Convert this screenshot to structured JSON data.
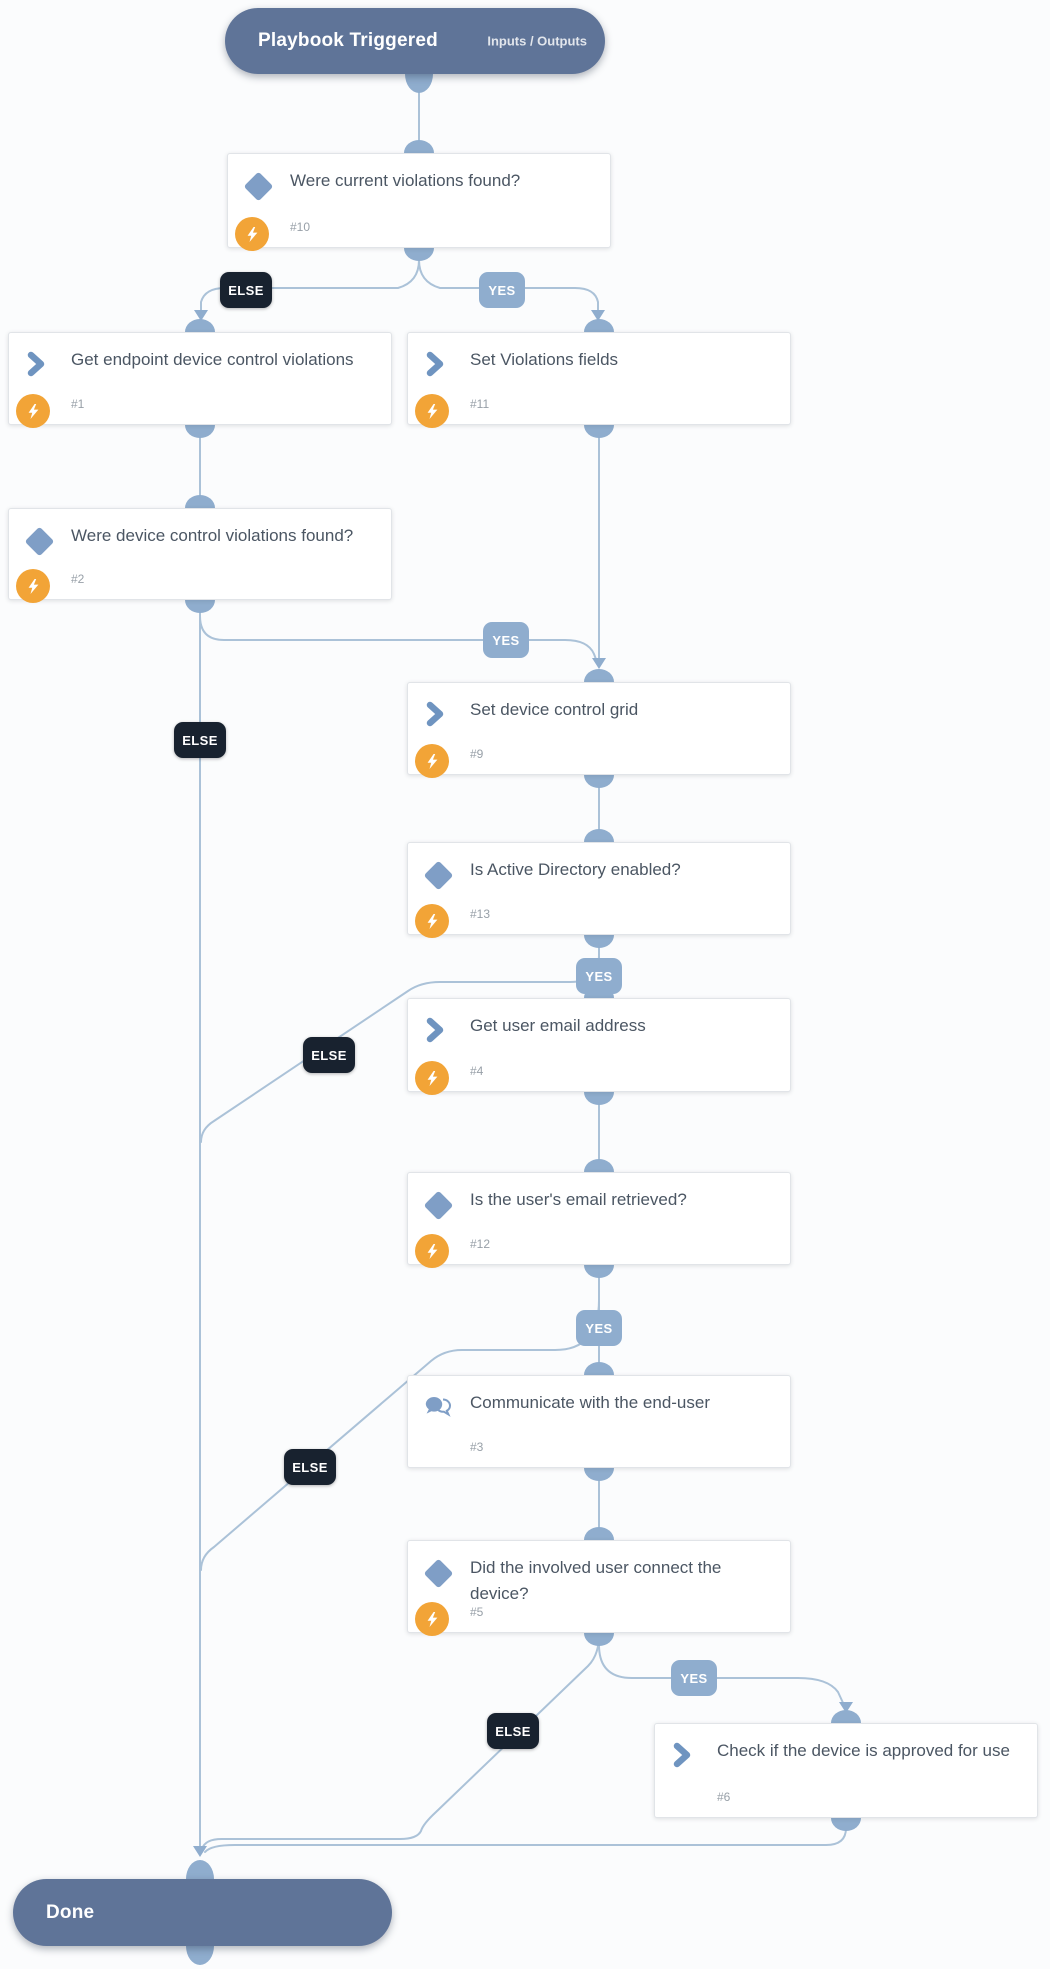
{
  "playbook": {
    "start_node": {
      "label": "Playbook Triggered",
      "link_label": "Inputs / Outputs"
    },
    "end_node": {
      "label": "Done"
    },
    "tasks": [
      {
        "id": "#10",
        "title": "Were current violations found?",
        "type": "condition",
        "icon": "condition-diamond-icon",
        "automated": true
      },
      {
        "id": "#1",
        "title": "Get endpoint device control violations",
        "type": "automation",
        "icon": "chevron-task-icon",
        "automated": true
      },
      {
        "id": "#11",
        "title": "Set Violations fields",
        "type": "automation",
        "icon": "chevron-task-icon",
        "automated": true
      },
      {
        "id": "#2",
        "title": "Were device control violations found?",
        "type": "condition",
        "icon": "condition-diamond-icon",
        "automated": true
      },
      {
        "id": "#9",
        "title": "Set device control grid",
        "type": "automation",
        "icon": "chevron-task-icon",
        "automated": true
      },
      {
        "id": "#13",
        "title": "Is Active Directory enabled?",
        "type": "condition",
        "icon": "condition-diamond-icon",
        "automated": true
      },
      {
        "id": "#4",
        "title": "Get user email address",
        "type": "automation",
        "icon": "chevron-task-icon",
        "automated": true
      },
      {
        "id": "#12",
        "title": "Is the user's email retrieved?",
        "type": "condition",
        "icon": "condition-diamond-icon",
        "automated": true
      },
      {
        "id": "#3",
        "title": "Communicate with the end-user",
        "type": "communication",
        "icon": "chat-bubbles-icon",
        "automated": false
      },
      {
        "id": "#5",
        "title": "Did the involved user connect the device?",
        "type": "condition",
        "icon": "condition-diamond-icon",
        "automated": true
      },
      {
        "id": "#6",
        "title": "Check if the device is approved for use",
        "type": "automation",
        "icon": "chevron-task-icon",
        "automated": false
      }
    ],
    "branch_labels": {
      "yes": "YES",
      "else": "ELSE"
    },
    "colors": {
      "pill_background": "#5f7498",
      "connector_line": "#abc2d8",
      "connector_knob": "#8fadce",
      "yes_badge": "#8fadce",
      "else_badge": "#18222f",
      "automation_badge": "#f2a437",
      "condition_icon": "#7f9ec6",
      "card_title_text": "#4b5663"
    }
  }
}
